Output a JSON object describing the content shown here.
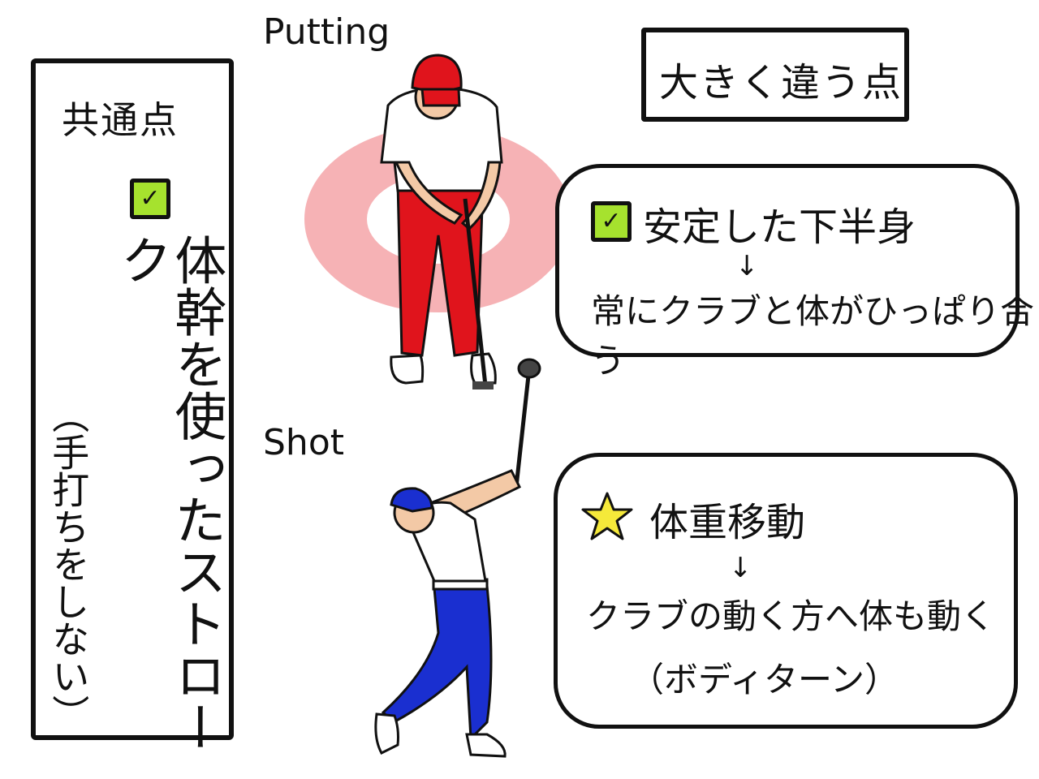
{
  "labels": {
    "putting": "Putting",
    "shot": "Shot"
  },
  "common": {
    "title": "共通点",
    "main": "体幹を使ったストローク",
    "sub": "（手打ちをしない）",
    "check_icon": "check-icon"
  },
  "difference": {
    "title": "大きく違う点"
  },
  "putting_callout": {
    "heading": "安定した下半身",
    "arrow": "↓",
    "body": "常にクラブと体がひっぱり合う",
    "check_icon": "check-icon"
  },
  "shot_callout": {
    "heading": "体重移動",
    "arrow": "↓",
    "body": "クラブの動く方へ体も動く",
    "note": "（ボディターン）",
    "star_icon": "star-icon"
  },
  "colors": {
    "check_fill": "#a6e22e",
    "star_fill": "#f5e93a",
    "putting_outfit": "#e0141c",
    "shot_outfit": "#1a2fd0",
    "target_ring": "#f6b2b5"
  }
}
